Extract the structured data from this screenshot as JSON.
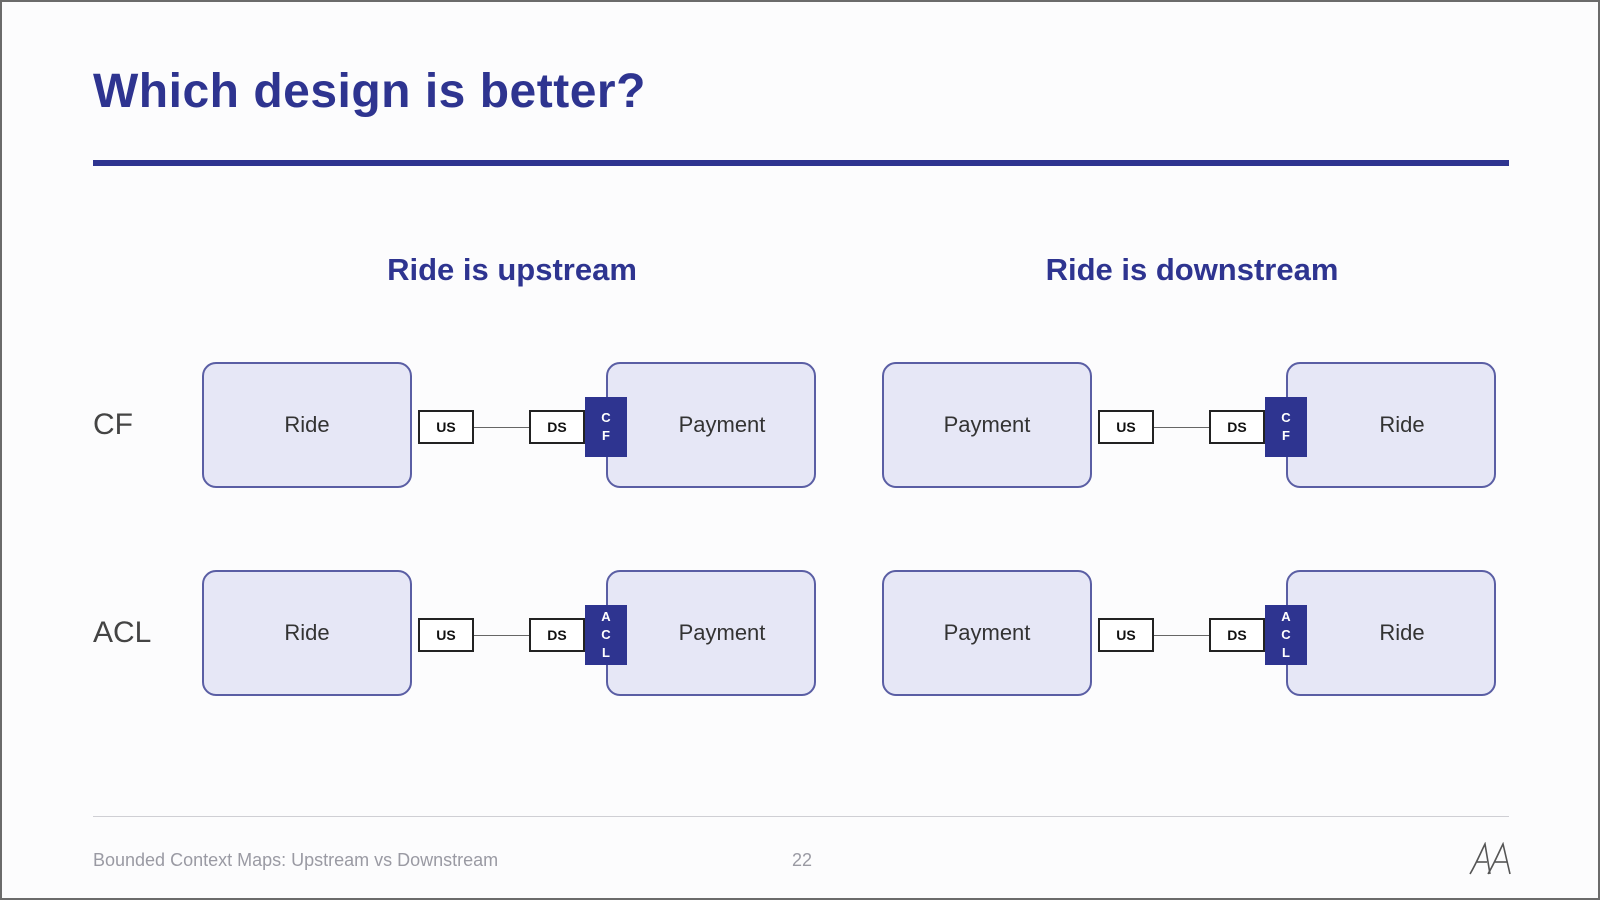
{
  "title": "Which design is better?",
  "columns": [
    {
      "heading": "Ride is upstream"
    },
    {
      "heading": "Ride is downstream"
    }
  ],
  "rows": [
    {
      "label": "CF",
      "pattern_letters": [
        "C",
        "F"
      ]
    },
    {
      "label": "ACL",
      "pattern_letters": [
        "A",
        "C",
        "L"
      ]
    }
  ],
  "diagrams": {
    "upstream_cf": {
      "left": "Ride",
      "right": "Payment",
      "us": "US",
      "ds": "DS"
    },
    "downstream_cf": {
      "left": "Payment",
      "right": "Ride",
      "us": "US",
      "ds": "DS"
    },
    "upstream_acl": {
      "left": "Ride",
      "right": "Payment",
      "us": "US",
      "ds": "DS"
    },
    "downstream_acl": {
      "left": "Payment",
      "right": "Ride",
      "us": "US",
      "ds": "DS"
    }
  },
  "footer": {
    "text": "Bounded Context Maps: Upstream vs Downstream",
    "page": "22"
  },
  "colors": {
    "accent": "#2e3490",
    "context_fill": "#e6e7f6"
  },
  "icons": {
    "logo": "aa-logo-icon"
  }
}
